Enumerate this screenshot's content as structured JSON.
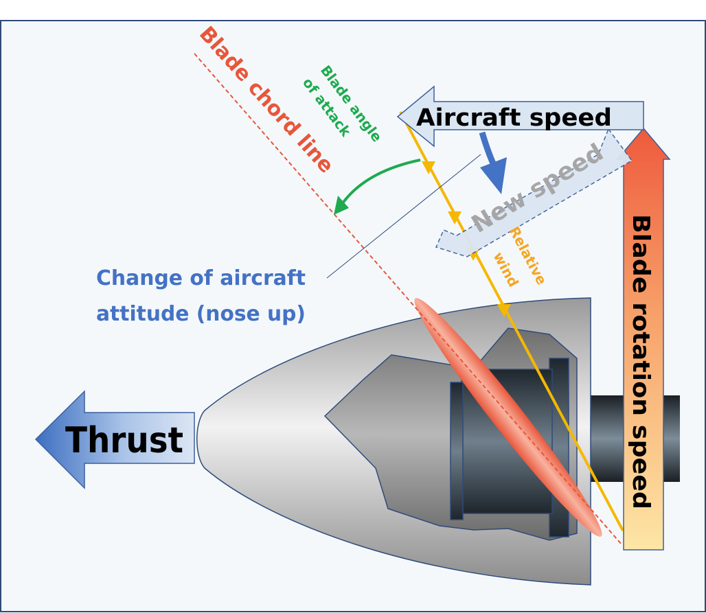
{
  "labels": {
    "blade_chord_line": "Blade chord line",
    "blade_angle_of_attack_line1": "Blade angle",
    "blade_angle_of_attack_line2": "of attack",
    "aircraft_speed": "Aircraft speed",
    "new_speed": "New speed",
    "relative_wind_line1": "Relative",
    "relative_wind_line2": "wind",
    "change_of_attitude_line1": "Change of aircraft",
    "change_of_attitude_line2": "attitude (nose up)",
    "blade_rotation_speed": "Blade rotation speed",
    "thrust": "Thrust"
  },
  "colors": {
    "background": "#f4f8fb",
    "frame": "#2f4a7a",
    "chord_line": "#e8563a",
    "angle_of_attack": "#1faa4f",
    "relative_wind": "#f5b800",
    "relative_wind_label": "#f5a623",
    "attitude_label": "#4472c4",
    "new_speed_text": "#a6a6a6",
    "arrow_fill": "#dbe6f3",
    "arrow_stroke": "#3d5f9c"
  }
}
